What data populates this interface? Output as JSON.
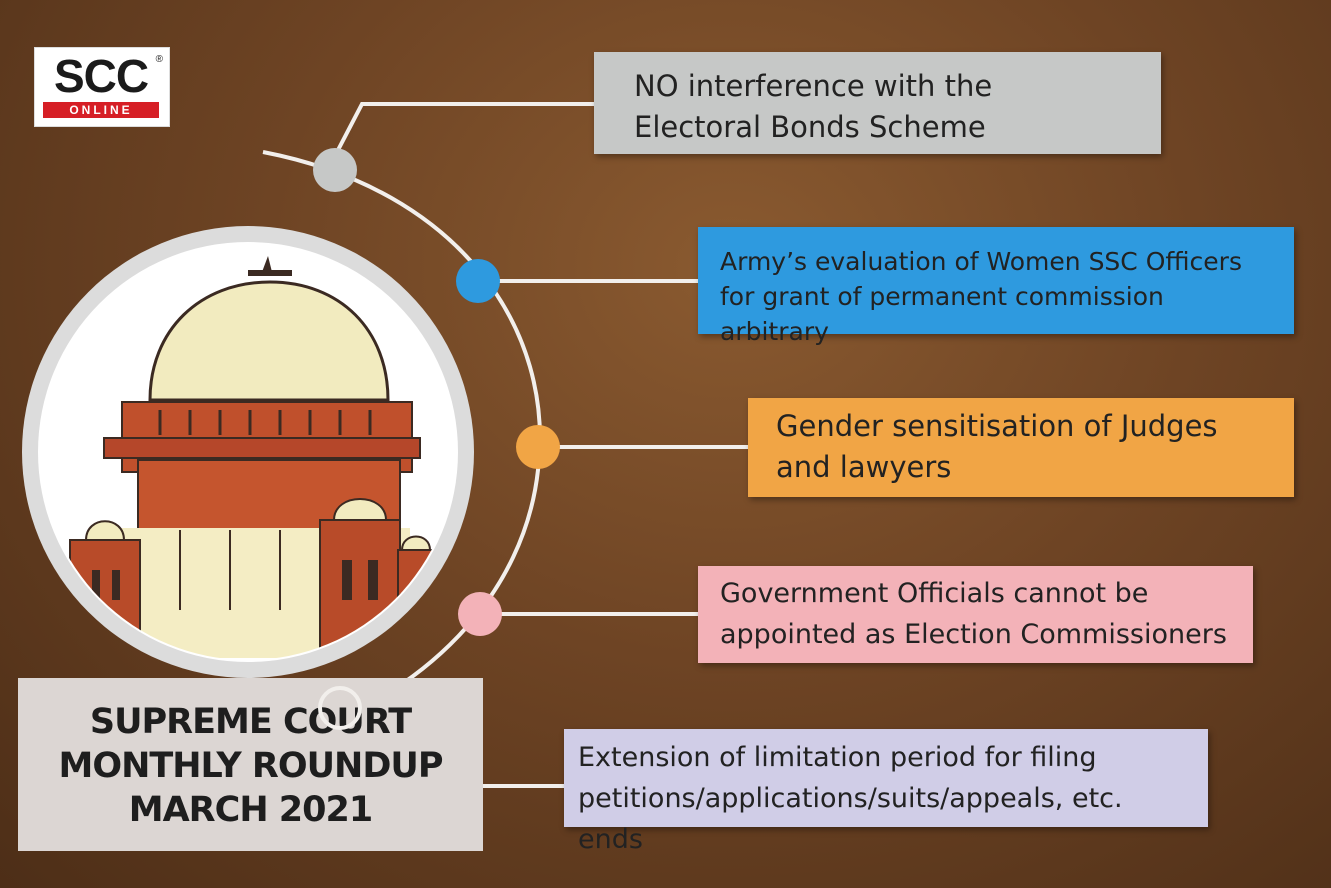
{
  "logo": {
    "brand": "SCC",
    "registered": "®",
    "tagline": "ONLINE"
  },
  "title": {
    "line1": "SUPREME COURT",
    "line2": "MONTHLY ROUNDUP",
    "line3": "MARCH 2021"
  },
  "items": [
    {
      "text": "NO interference with the Electoral Bonds Scheme",
      "color": "#c6c8c7"
    },
    {
      "text": "Army’s evaluation of Women SSC Officers for grant of permanent commission arbitrary",
      "color": "#2e9adf"
    },
    {
      "text": "Gender sensitisation of Judges and lawyers",
      "color": "#f1a545"
    },
    {
      "text": "Government Officials cannot be appointed as Election Commissioners",
      "color": "#f3b2b8"
    },
    {
      "text": "Extension of limitation period for filing petitions/applications/suits/appeals, etc. ends",
      "color": "#d0cde7"
    }
  ],
  "icons": {
    "emblem": "supreme-court-building-icon"
  }
}
